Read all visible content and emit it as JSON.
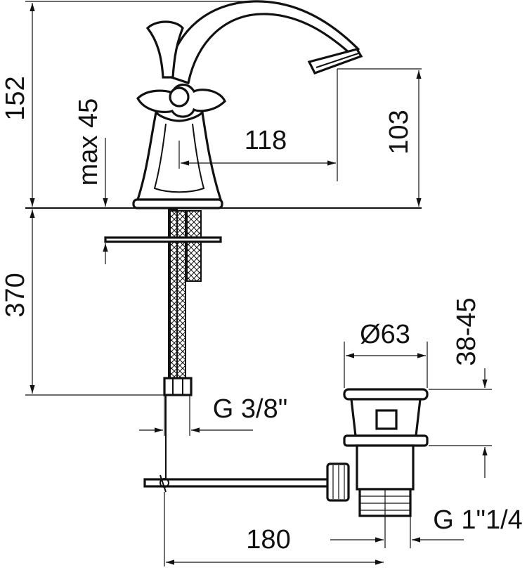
{
  "drawing": {
    "dimensions": {
      "total_height": "152",
      "max_deck": "max 45",
      "spout_reach": "118",
      "spout_height": "103",
      "hose_length": "370",
      "waste_diameter": "Ø63",
      "waste_thread": "G 1\"1/4",
      "waste_range": "38-45",
      "hose_thread": "G 3/8\"",
      "rod_length": "180"
    }
  }
}
